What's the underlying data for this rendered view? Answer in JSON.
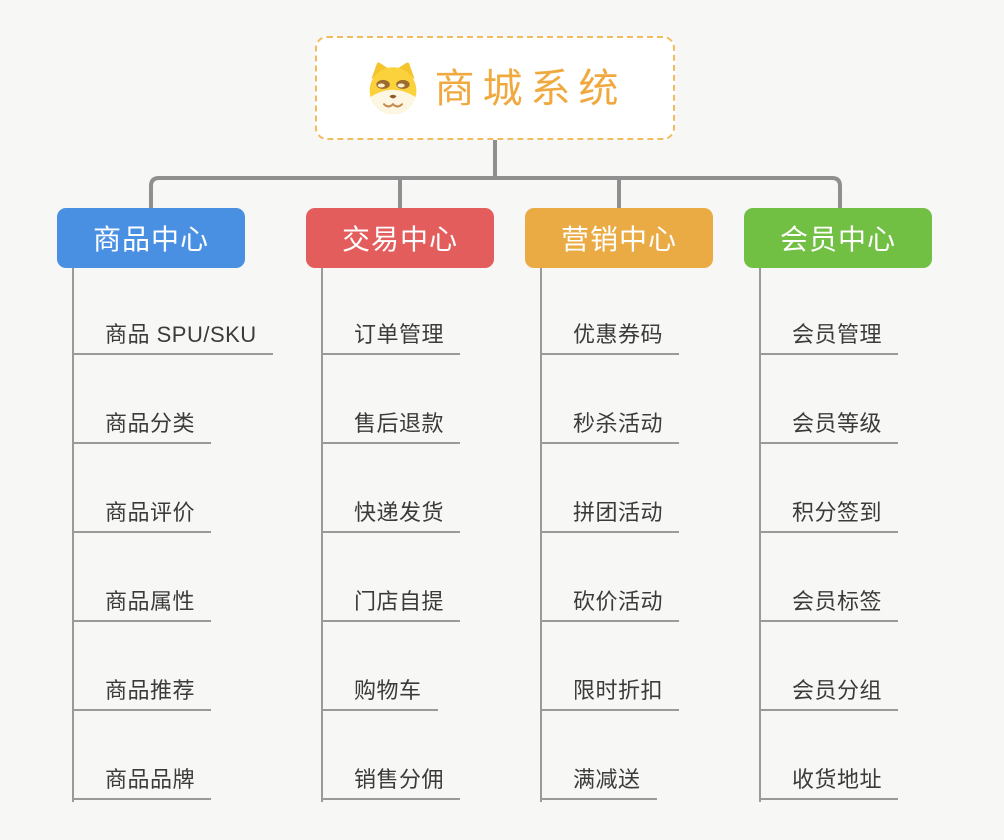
{
  "root": {
    "title": "商城系统",
    "icon": "dog-face-icon",
    "title_color": "#EFA93F",
    "border_color": "#F2BB60"
  },
  "branches": [
    {
      "label": "商品中心",
      "color": "#4A90E2",
      "children": [
        "商品 SPU/SKU",
        "商品分类",
        "商品评价",
        "商品属性",
        "商品推荐",
        "商品品牌"
      ]
    },
    {
      "label": "交易中心",
      "color": "#E45D5D",
      "children": [
        "订单管理",
        "售后退款",
        "快递发货",
        "门店自提",
        "购物车",
        "销售分佣"
      ]
    },
    {
      "label": "营销中心",
      "color": "#EBAB44",
      "children": [
        "优惠券码",
        "秒杀活动",
        "拼团活动",
        "砍价活动",
        "限时折扣",
        "满减送"
      ]
    },
    {
      "label": "会员中心",
      "color": "#71BF43",
      "children": [
        "会员管理",
        "会员等级",
        "积分签到",
        "会员标签",
        "会员分组",
        "收货地址"
      ]
    }
  ],
  "colors": {
    "background": "#F7F7F5",
    "main_connector": "#8F8F8F",
    "child_line": "#9A9A9A",
    "child_text": "#3B3B3B"
  }
}
